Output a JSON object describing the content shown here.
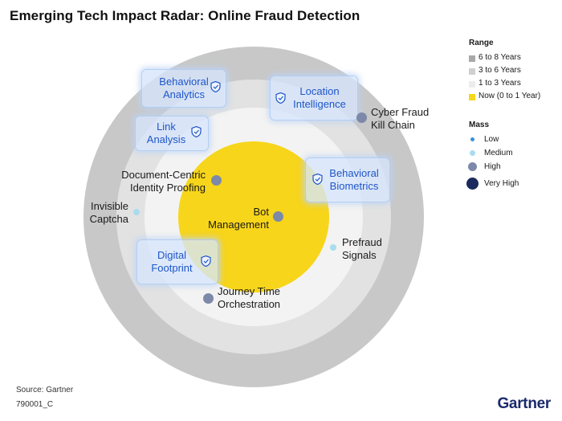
{
  "title": "Emerging Tech Impact Radar: Online Fraud Detection",
  "colors": {
    "ring_6_8": "#c8c8c8",
    "ring_3_6": "#e2e2e2",
    "ring_1_3": "#f3f3f3",
    "ring_now": "#f7d51a",
    "highlight_text": "#1f55c9",
    "dot_low": "#3a8fd6",
    "dot_medium": "#a9dcef",
    "dot_high": "#7d89a8",
    "dot_very_high": "#1b2a5e"
  },
  "technologies": {
    "behavioral_analytics": "Behavioral\nAnalytics",
    "location_intelligence": "Location\nIntelligence",
    "cyber_fraud_kill_chain": "Cyber Fraud\nKill Chain",
    "link_analysis": "Link\nAnalysis",
    "document_centric": "Document-Centric\nIdentity Proofing",
    "behavioral_biometrics": "Behavioral\nBiometrics",
    "invisible_captcha": "Invisible\nCaptcha",
    "bot_management": "Bot\nManagement",
    "prefraud_signals": "Prefraud\nSignals",
    "digital_footprint": "Digital\nFootprint",
    "journey_time": "Journey Time\nOrchestration"
  },
  "legend": {
    "range_title": "Range",
    "range_items": [
      "6 to 8 Years",
      "3 to 6 Years",
      "1 to 3 Years",
      "Now (0 to 1 Year)"
    ],
    "mass_title": "Mass",
    "mass_items": [
      "Low",
      "Medium",
      "High",
      "Very High"
    ]
  },
  "footer": {
    "source": "Source: Gartner",
    "id": "790001_C",
    "logo": "Gartner"
  }
}
